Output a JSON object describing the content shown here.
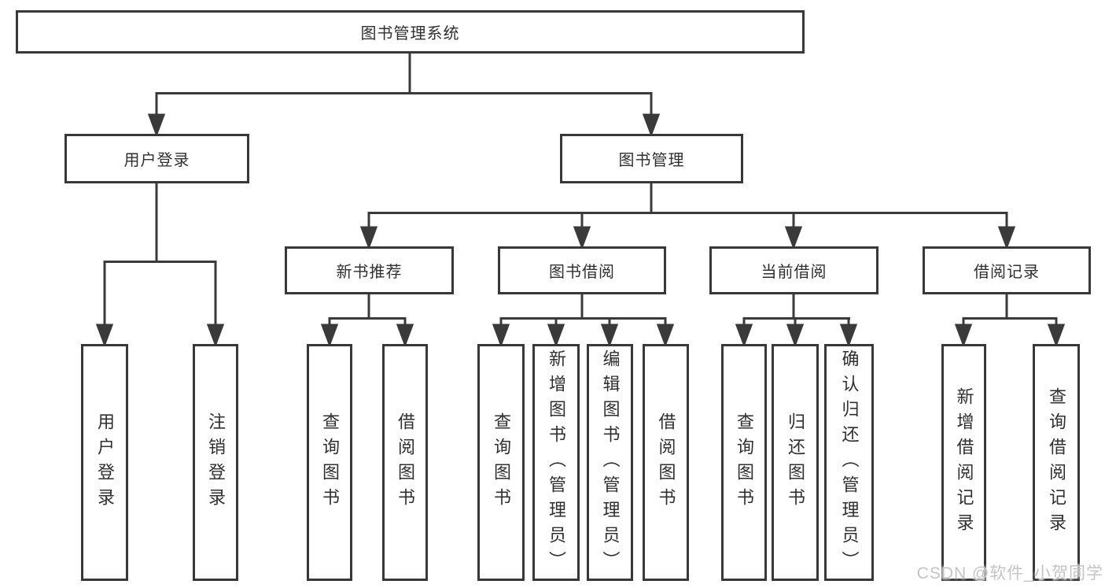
{
  "diagram": {
    "type": "tree-diagram",
    "title": "图书管理系统",
    "colors": {
      "line": "#3a3a3a",
      "box_border": "#383838",
      "text": "#2f2f2f",
      "background": "#ffffff",
      "watermark": "#c4c4c4"
    }
  },
  "tree": {
    "label": "图书管理系统",
    "children": [
      {
        "label": "用户登录",
        "children": [
          {
            "label": "用户登录"
          },
          {
            "label": "注销登录"
          }
        ]
      },
      {
        "label": "图书管理",
        "children": [
          {
            "label": "新书推荐",
            "children": [
              {
                "label": "查询图书"
              },
              {
                "label": "借阅图书"
              }
            ]
          },
          {
            "label": "图书借阅",
            "children": [
              {
                "label": "查询图书"
              },
              {
                "label": "新增图书（管理员）"
              },
              {
                "label": "编辑图书（管理员）"
              },
              {
                "label": "借阅图书"
              }
            ]
          },
          {
            "label": "当前借阅",
            "children": [
              {
                "label": "查询图书"
              },
              {
                "label": "归还图书"
              },
              {
                "label": "确认归还（管理员）"
              }
            ]
          },
          {
            "label": "借阅记录",
            "children": [
              {
                "label": "新增借阅记录"
              },
              {
                "label": "查询借阅记录"
              }
            ]
          }
        ]
      }
    ]
  },
  "watermark": "CSDN @软件_小贺同学"
}
